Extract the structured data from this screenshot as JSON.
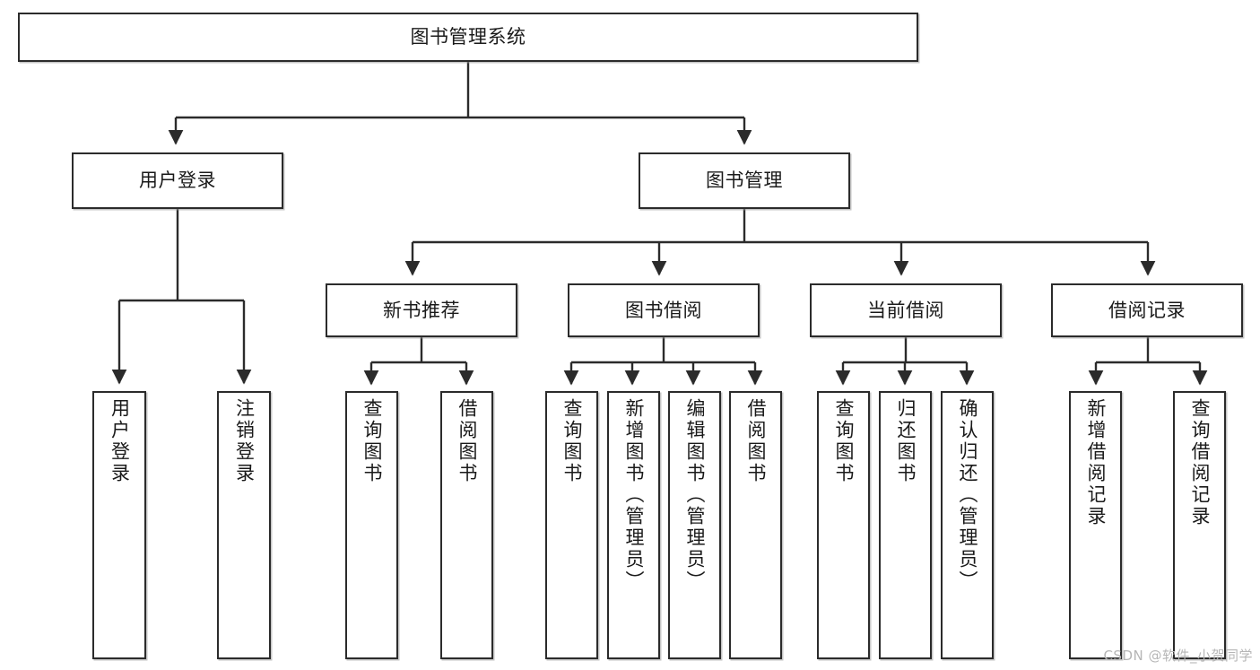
{
  "diagram": {
    "type": "tree-hierarchy",
    "title": "图书管理系统",
    "orientation": "top-down",
    "colors": {
      "box_border": "#2b2b2b",
      "box_fill": "#ffffff",
      "edge": "#2b2b2b",
      "text": "#1a1a1a",
      "watermark": "#b6b6b6",
      "background": "#ffffff"
    },
    "nodes": {
      "root": {
        "label": "图书管理系统",
        "level": 0
      },
      "level1": [
        {
          "id": "user-login",
          "label": "用户登录"
        },
        {
          "id": "book-manage",
          "label": "图书管理"
        }
      ],
      "level2": [
        {
          "id": "new-book-recommend",
          "label": "新书推荐",
          "parent": "book-manage"
        },
        {
          "id": "book-borrow",
          "label": "图书借阅",
          "parent": "book-manage"
        },
        {
          "id": "current-borrow",
          "label": "当前借阅",
          "parent": "book-manage"
        },
        {
          "id": "borrow-record",
          "label": "借阅记录",
          "parent": "book-manage"
        }
      ],
      "leaves": [
        {
          "id": "leaf-user-login",
          "label": "用户登录",
          "parent": "user-login"
        },
        {
          "id": "leaf-user-logout",
          "label": "注销登录",
          "parent": "user-login"
        },
        {
          "id": "leaf-query-book-1",
          "label": "查询图书",
          "parent": "new-book-recommend"
        },
        {
          "id": "leaf-borrow-book-1",
          "label": "借阅图书",
          "parent": "new-book-recommend"
        },
        {
          "id": "leaf-query-book-2",
          "label": "查询图书",
          "parent": "book-borrow"
        },
        {
          "id": "leaf-add-book",
          "label": "新增图书（管理员）",
          "parent": "book-borrow"
        },
        {
          "id": "leaf-edit-book",
          "label": "编辑图书（管理员）",
          "parent": "book-borrow"
        },
        {
          "id": "leaf-borrow-book-2",
          "label": "借阅图书",
          "parent": "book-borrow"
        },
        {
          "id": "leaf-query-book-3",
          "label": "查询图书",
          "parent": "current-borrow"
        },
        {
          "id": "leaf-return-book",
          "label": "归还图书",
          "parent": "current-borrow"
        },
        {
          "id": "leaf-confirm-return",
          "label": "确认归还（管理员）",
          "parent": "current-borrow"
        },
        {
          "id": "leaf-add-record",
          "label": "新增借阅记录",
          "parent": "borrow-record"
        },
        {
          "id": "leaf-query-record",
          "label": "查询借阅记录",
          "parent": "borrow-record"
        }
      ]
    },
    "watermark": "CSDN @软件_小贺同学"
  }
}
